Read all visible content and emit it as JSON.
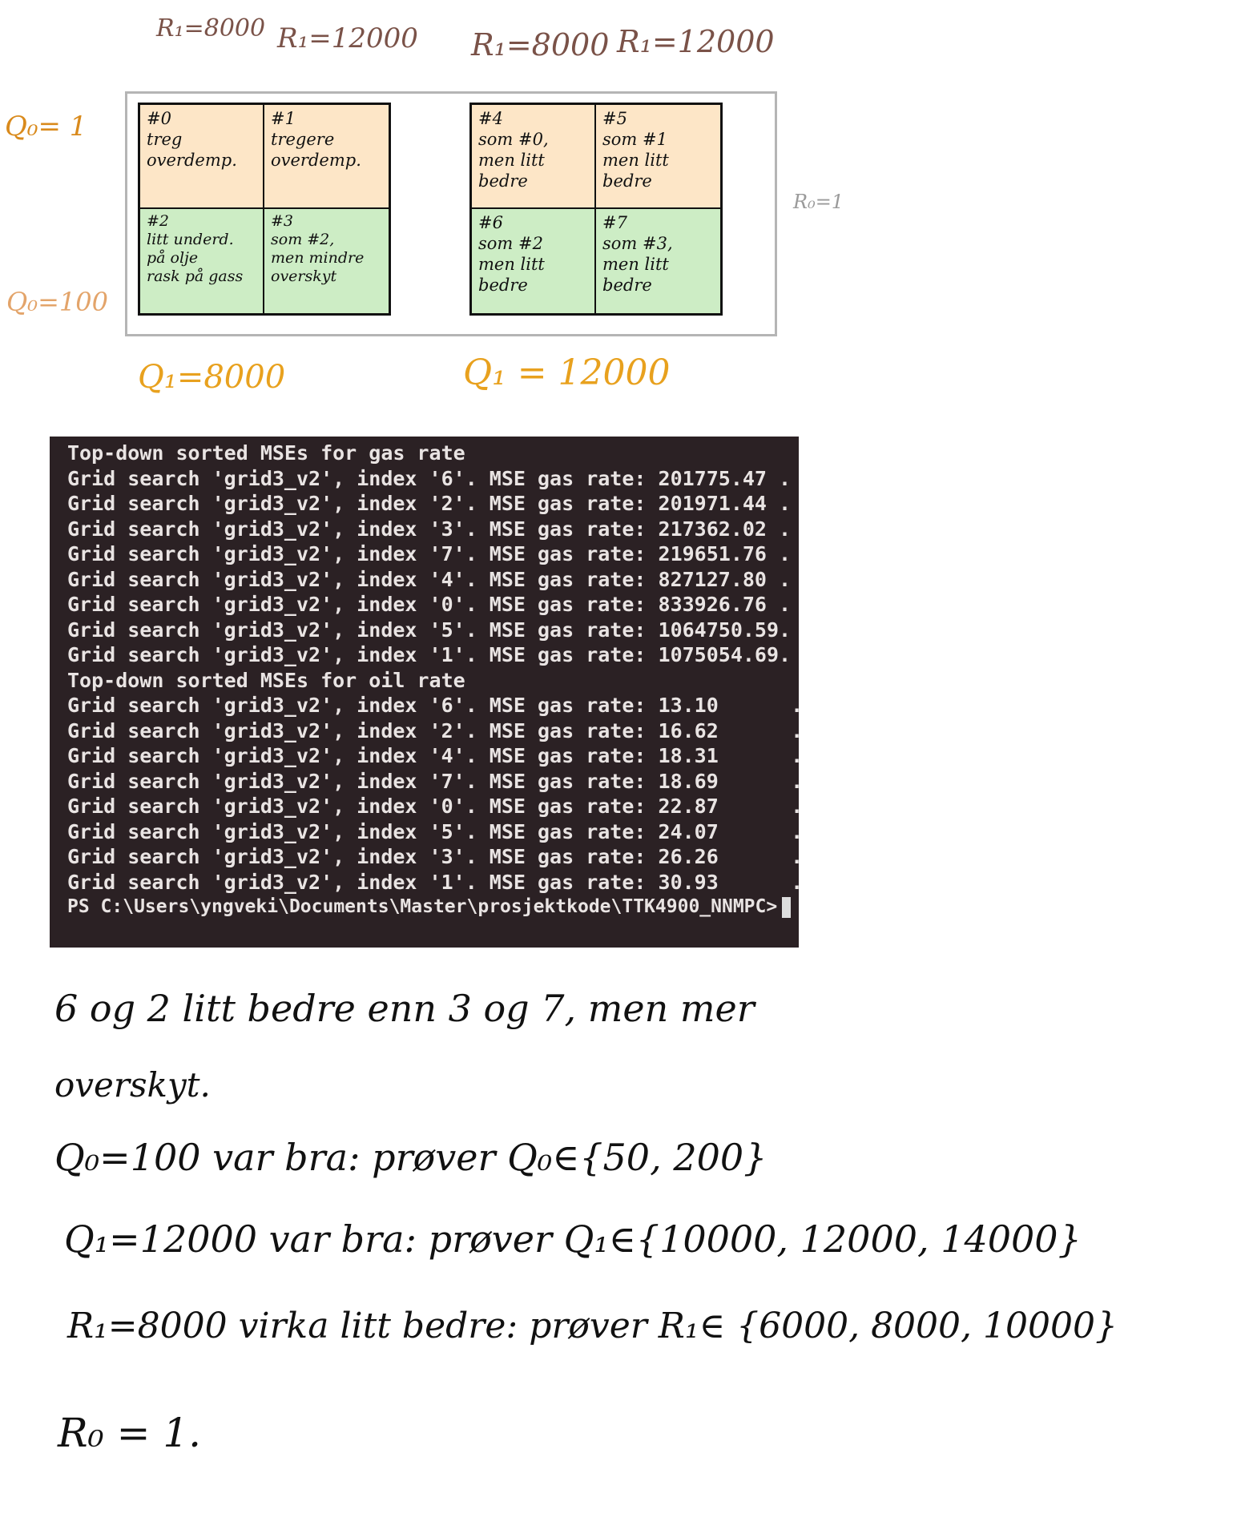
{
  "diagram": {
    "left_headers": {
      "r_a": "R₁=8000",
      "r_b": "R₁=12000"
    },
    "right_headers": {
      "r_a": "R₁=8000",
      "r_b": "R₁=12000"
    },
    "row_labels": {
      "top": "Q₀= 1",
      "bottom": "Q₀=100"
    },
    "side_label": "R₀=1",
    "bottom_labels": {
      "left": "Q₁=8000",
      "right": "Q₁ = 12000"
    },
    "left_grid": [
      {
        "label": "#0\ntreg\noverdemp.",
        "color": "orange"
      },
      {
        "label": "#1\ntregere\noverdemp.",
        "color": "orange"
      },
      {
        "label": "#2\nlitt underd.\npå olje\nrask på gass",
        "color": "green"
      },
      {
        "label": "#3\nsom #2,\nmen mindre\noverskyt",
        "color": "green"
      }
    ],
    "right_grid": [
      {
        "label": "#4\nsom #0,\nmen litt\nbedre",
        "color": "orange"
      },
      {
        "label": "#5\nsom #1\nmen litt\nbedre",
        "color": "orange"
      },
      {
        "label": "#6\nsom #2\nmen litt\nbedre",
        "color": "green"
      },
      {
        "label": "#7\nsom #3,\nmen litt\nbedre",
        "color": "green"
      }
    ],
    "colors": {
      "orange_cell": "#fac882",
      "green_cell": "#82d26e",
      "label_orange": "#d98a1c",
      "frame": "#b5b5b5"
    }
  },
  "terminal": {
    "background": "#2b2124",
    "lines": [
      "Top-down sorted MSEs for gas rate",
      "Grid search 'grid3_v2', index '6'. MSE gas rate: 201775.47 .",
      "Grid search 'grid3_v2', index '2'. MSE gas rate: 201971.44 .",
      "Grid search 'grid3_v2', index '3'. MSE gas rate: 217362.02 .",
      "Grid search 'grid3_v2', index '7'. MSE gas rate: 219651.76 .",
      "Grid search 'grid3_v2', index '4'. MSE gas rate: 827127.80 .",
      "Grid search 'grid3_v2', index '0'. MSE gas rate: 833926.76 .",
      "Grid search 'grid3_v2', index '5'. MSE gas rate: 1064750.59.",
      "Grid search 'grid3_v2', index '1'. MSE gas rate: 1075054.69.",
      "Top-down sorted MSEs for oil rate",
      "Grid search 'grid3_v2', index '6'. MSE gas rate: 13.10      .",
      "Grid search 'grid3_v2', index '2'. MSE gas rate: 16.62      .",
      "Grid search 'grid3_v2', index '4'. MSE gas rate: 18.31      .",
      "Grid search 'grid3_v2', index '7'. MSE gas rate: 18.69      .",
      "Grid search 'grid3_v2', index '0'. MSE gas rate: 22.87      .",
      "Grid search 'grid3_v2', index '5'. MSE gas rate: 24.07      .",
      "Grid search 'grid3_v2', index '3'. MSE gas rate: 26.26      .",
      "Grid search 'grid3_v2', index '1'. MSE gas rate: 30.93      ."
    ],
    "prompt": "PS C:\\Users\\yngveki\\Documents\\Master\\prosjektkode\\TTK4900_NNMPC>"
  },
  "notes": [
    "6 og 2   litt bedre enn 3 og 7, men mer",
    "overskyt.",
    "Q₀=100   var bra:   prøver Q₀∈{50, 200}",
    "Q₁=12000  var bra:  prøver Q₁∈{10000, 12000, 14000}",
    "R₁=8000  virka litt bedre:  prøver R₁∈ {6000, 8000, 10000}",
    "R₀ = 1."
  ]
}
